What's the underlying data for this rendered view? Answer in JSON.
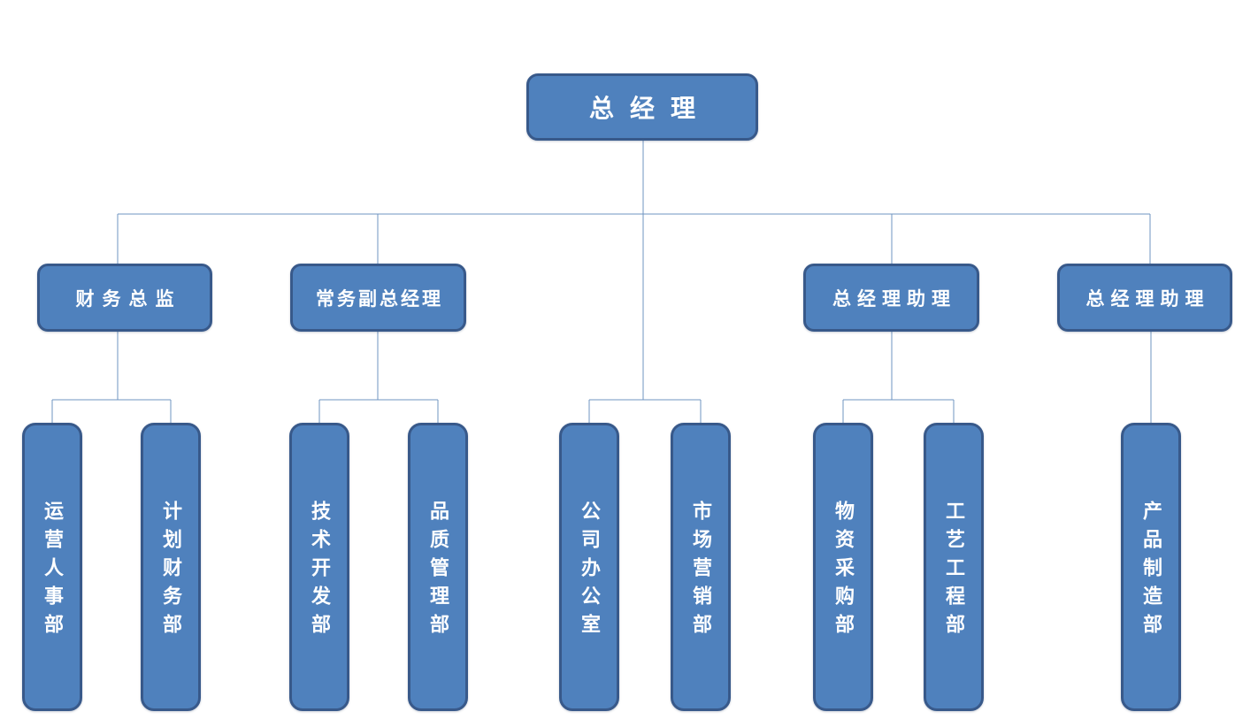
{
  "org": {
    "root": {
      "label": "总经理",
      "departments": [
        "公司办公室",
        "市场营销部"
      ]
    },
    "level2": [
      {
        "label": "财务总监",
        "departments": [
          "运营人事部",
          "计划财务部"
        ]
      },
      {
        "label": "常务副总经理",
        "departments": [
          "技术开发部",
          "品质管理部"
        ]
      },
      {
        "label": "总经理助理",
        "departments": [
          "物资采购部",
          "工艺工程部"
        ]
      },
      {
        "label": "总经理助理",
        "departments": [
          "产品制造部"
        ]
      }
    ]
  },
  "colors": {
    "background": "#ffffff",
    "box_fill": "#4f81bd",
    "box_border": "#38598a",
    "box_text": "#ffffff",
    "connector": "#6f94c0"
  }
}
